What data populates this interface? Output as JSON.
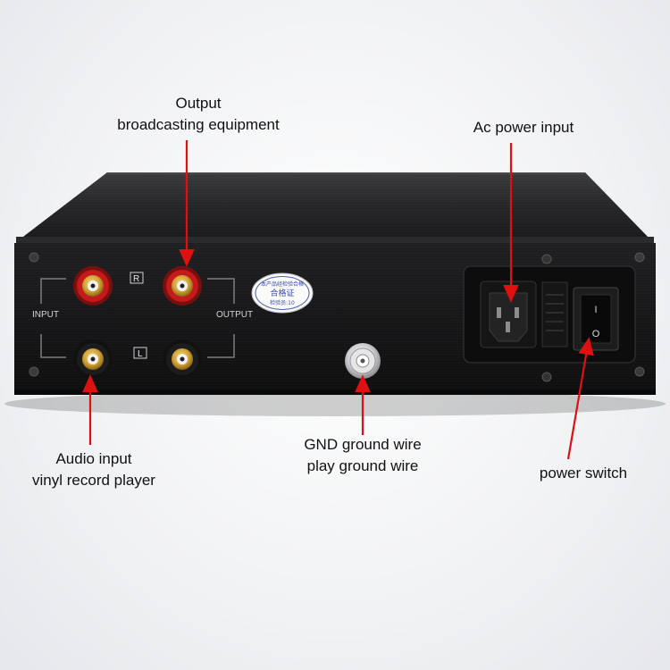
{
  "panel": {
    "input_label": "INPUT",
    "output_label": "OUTPUT",
    "right_marker": "R",
    "left_marker": "L"
  },
  "certificate": {
    "top_text": "本产品经检验合格",
    "main_text": "合格证",
    "inspector_text": "检验员:10"
  },
  "power": {
    "switch_on_symbol": "I",
    "switch_off_symbol": "O"
  },
  "annotations": {
    "output": {
      "line1": "Output",
      "line2": "broadcasting equipment"
    },
    "ac_power": {
      "line1": "Ac power input"
    },
    "audio_input": {
      "line1": "Audio input",
      "line2": "vinyl record player"
    },
    "gnd": {
      "line1": "GND ground wire",
      "line2": "play ground wire"
    },
    "power_switch": {
      "line1": "power switch"
    }
  },
  "colors": {
    "arrow": "#e01010",
    "chassis": "#141414",
    "rca_red": "#c41a1a",
    "gold": "#d4a437"
  }
}
